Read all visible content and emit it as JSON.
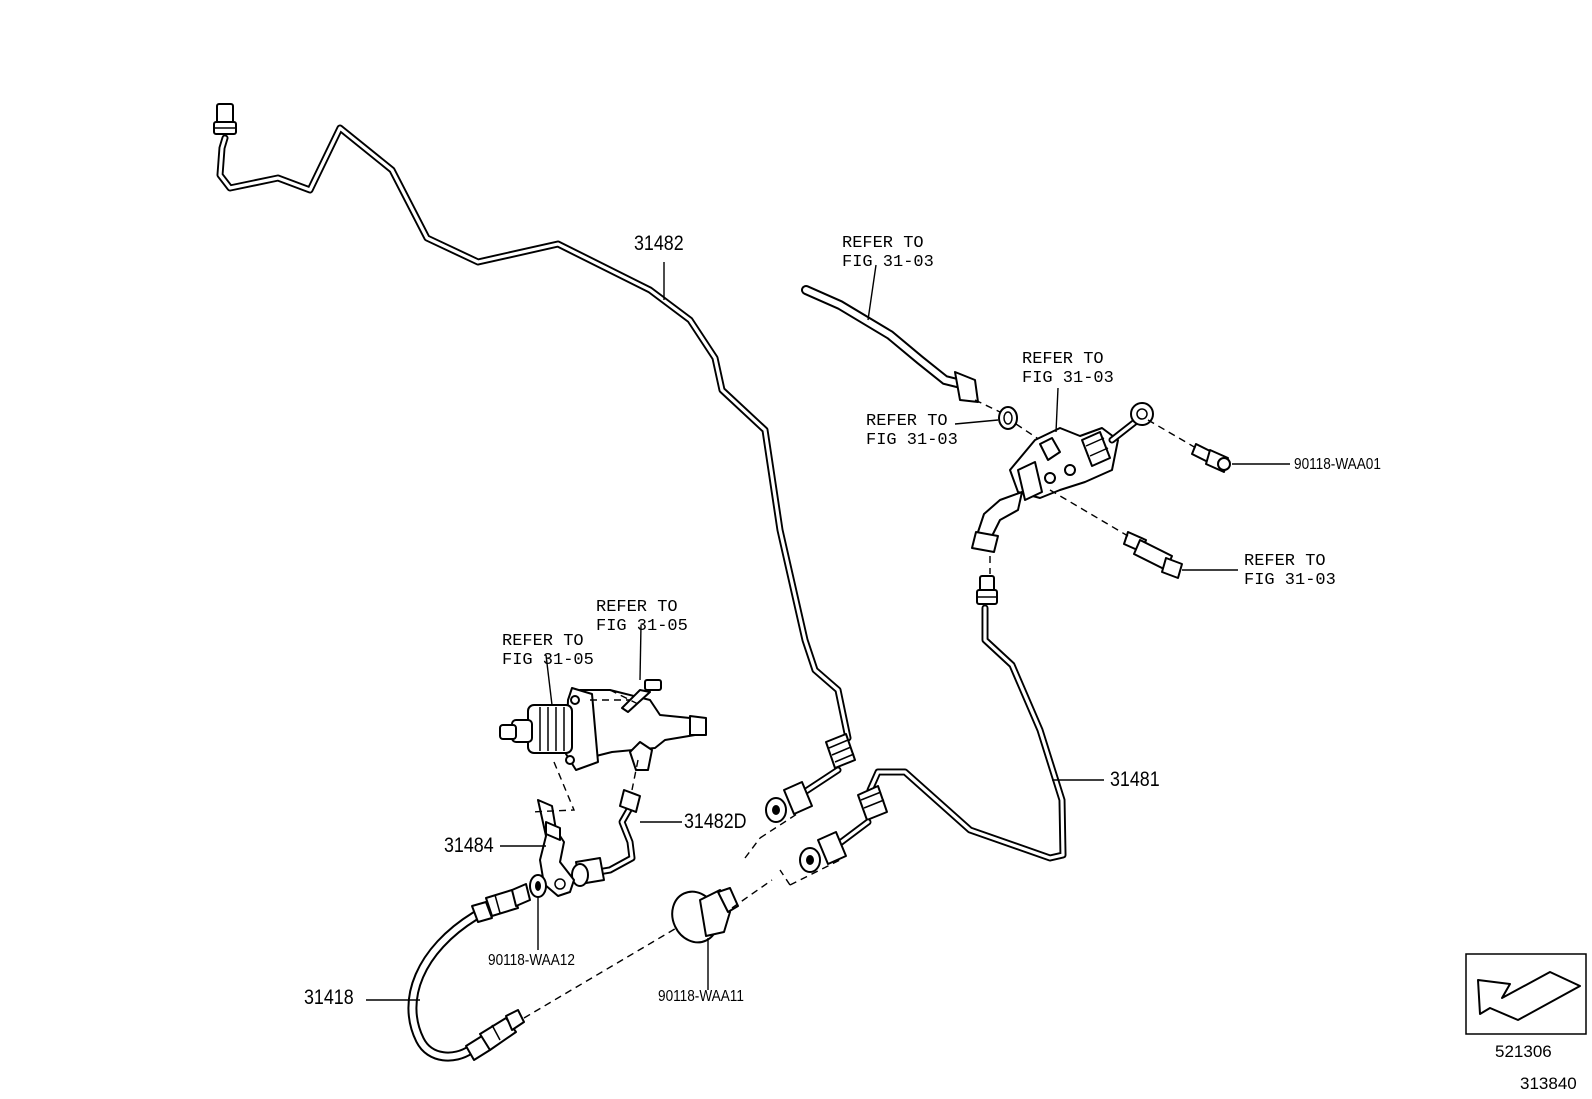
{
  "parts": {
    "p31482": "31482",
    "p31481": "31481",
    "p31482d": "31482D",
    "p31484": "31484",
    "p31418": "31418",
    "waa01": "90118-WAA01",
    "waa11": "90118-WAA11",
    "waa12": "90118-WAA12"
  },
  "refs": {
    "r1": [
      "REFER TO",
      "FIG 31-03"
    ],
    "r2": [
      "REFER TO",
      "FIG 31-03"
    ],
    "r3": [
      "REFER TO",
      "FIG 31-03"
    ],
    "r4": [
      "REFER TO",
      "FIG 31-03"
    ],
    "r5": [
      "REFER TO",
      "FIG 31-05"
    ],
    "r6": [
      "REFER TO",
      "FIG 31-05"
    ]
  },
  "icon": {
    "code": "521306",
    "name": "direction-arrow-icon"
  },
  "figure_code": "313840"
}
